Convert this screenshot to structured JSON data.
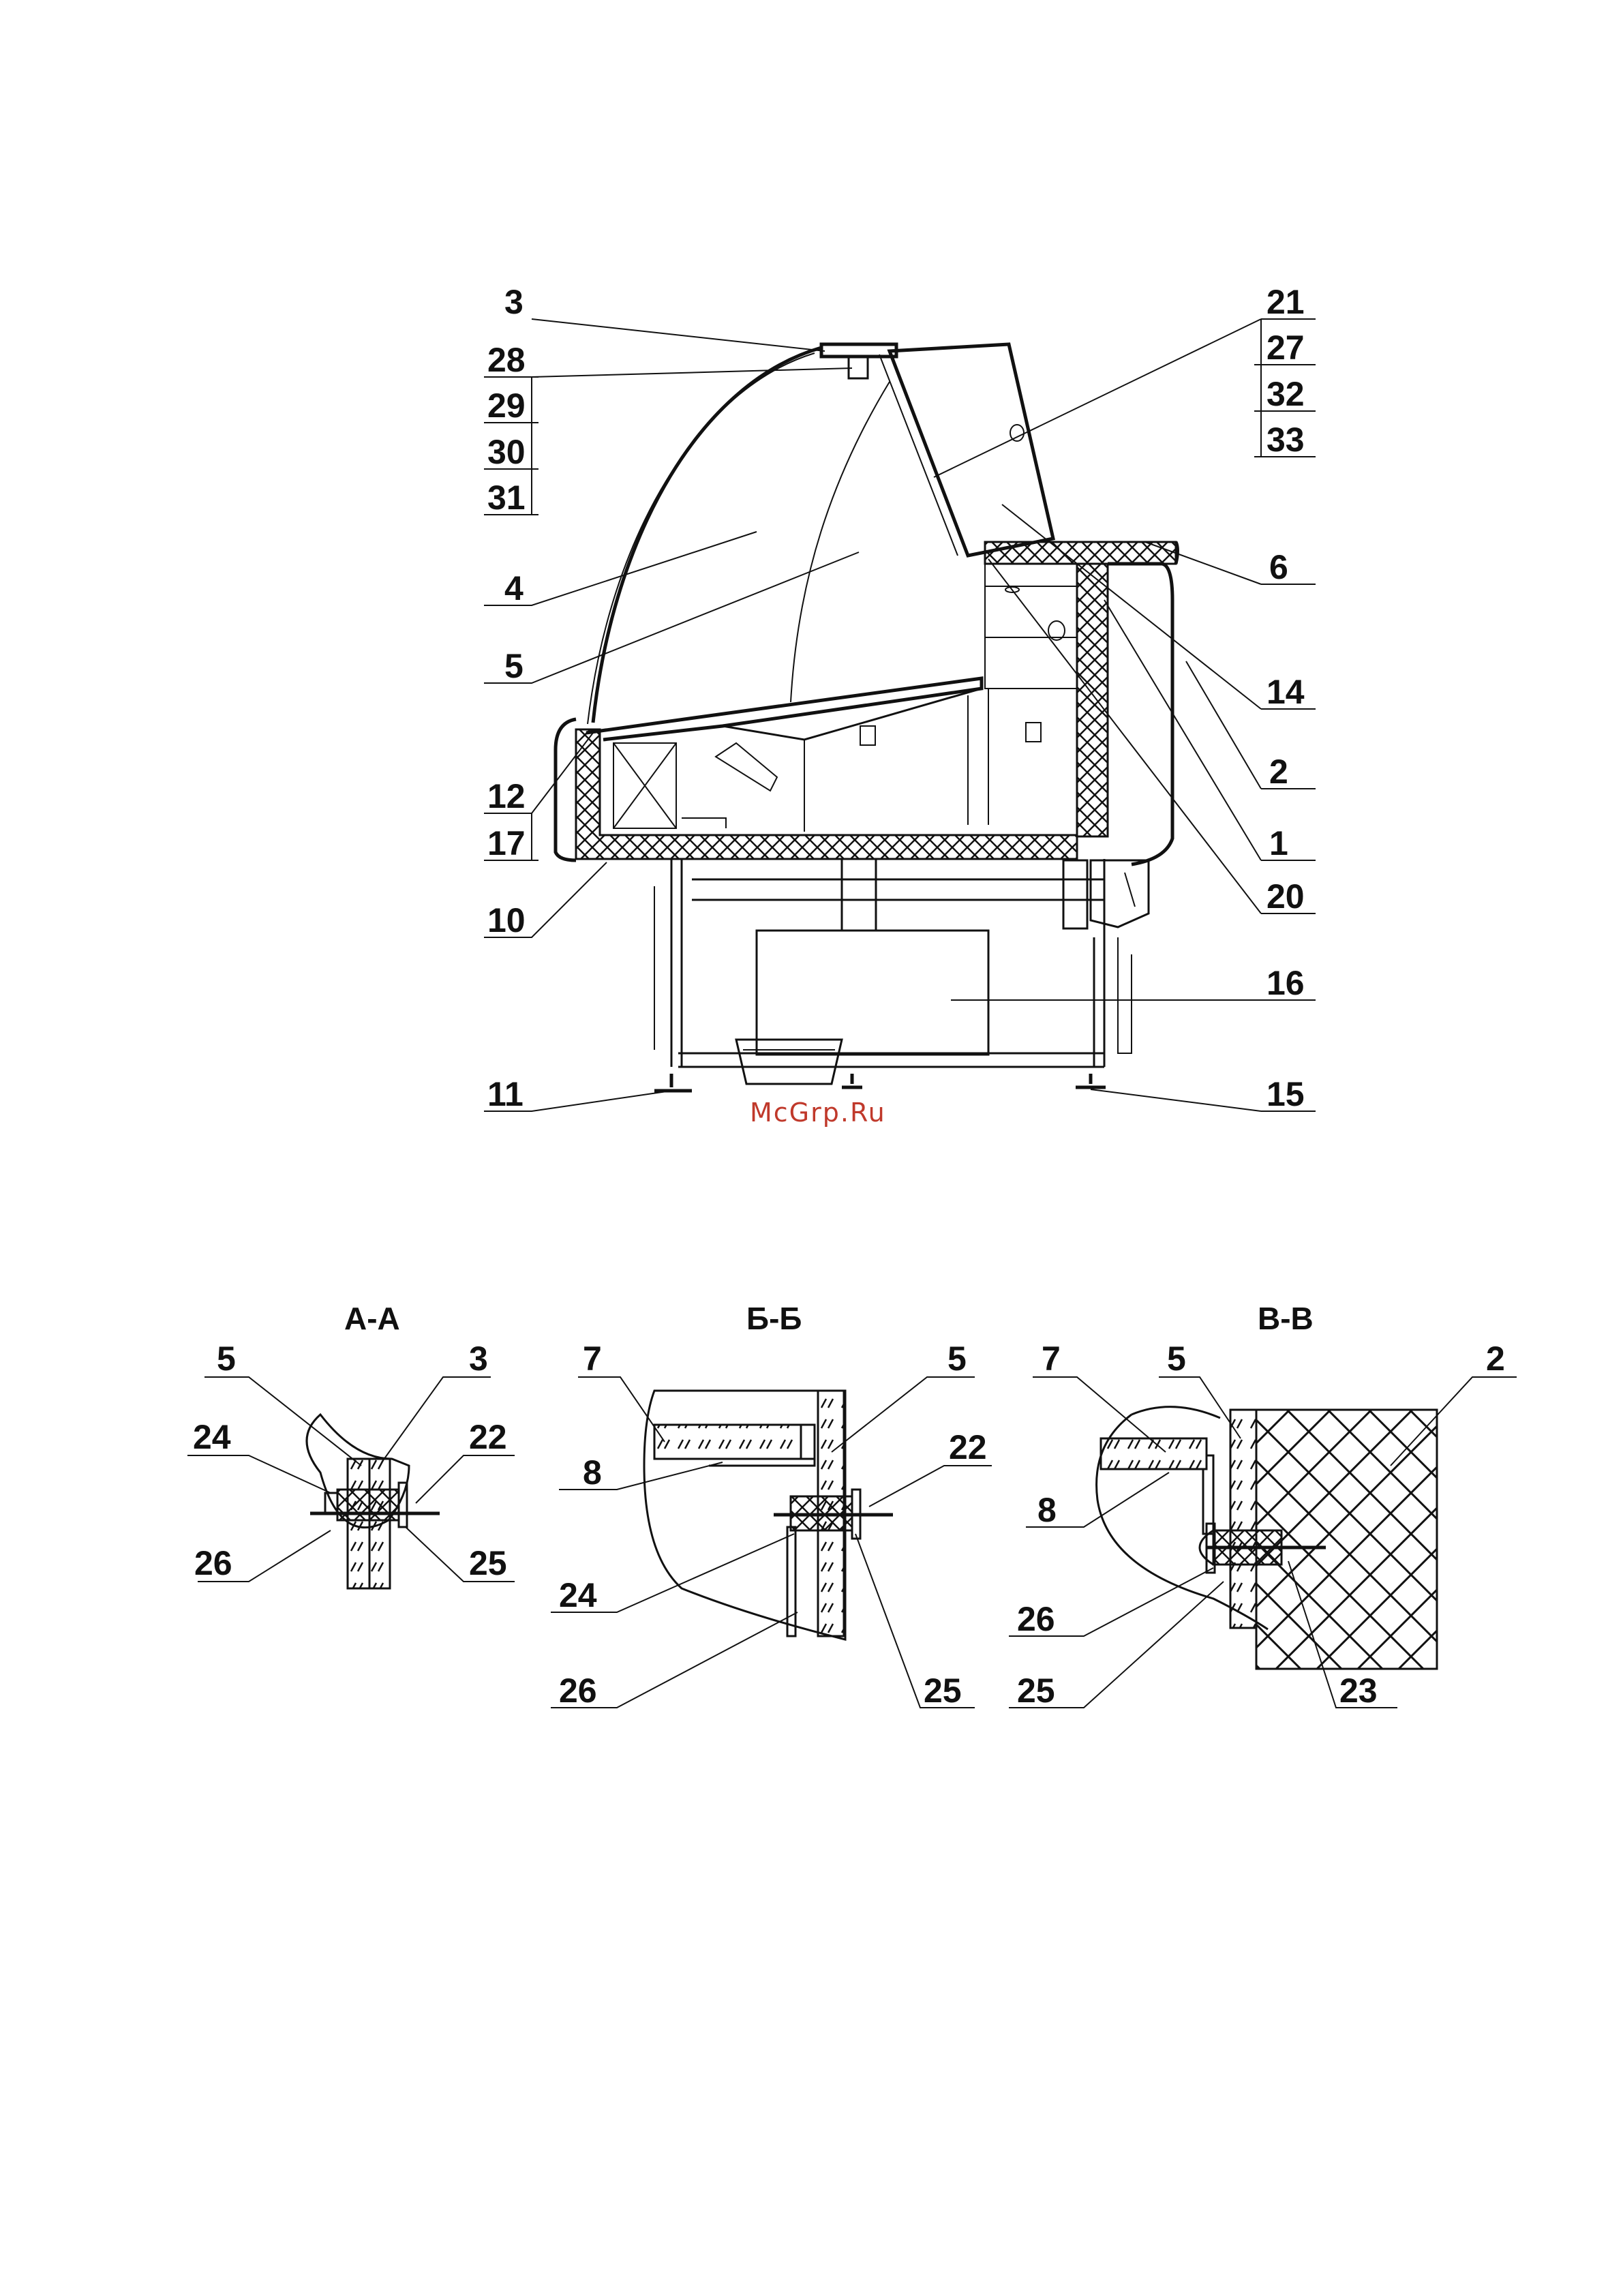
{
  "watermark": "McGrp.Ru",
  "colors": {
    "line": "#111111",
    "background": "#ffffff",
    "watermark": "#c0392b"
  },
  "main_view": {
    "left_labels": [
      "3",
      "28",
      "29",
      "30",
      "31",
      "4",
      "5",
      "12",
      "17",
      "10",
      "11"
    ],
    "right_labels": [
      "21",
      "27",
      "32",
      "33",
      "6",
      "14",
      "2",
      "1",
      "20",
      "16",
      "15"
    ]
  },
  "sections": [
    {
      "title": "А-А",
      "labels": [
        "5",
        "3",
        "24",
        "22",
        "26",
        "25"
      ]
    },
    {
      "title": "Б-Б",
      "labels": [
        "7",
        "5",
        "8",
        "22",
        "24",
        "26",
        "25"
      ]
    },
    {
      "title": "В-В",
      "labels": [
        "7",
        "5",
        "2",
        "8",
        "26",
        "25",
        "23"
      ]
    }
  ]
}
